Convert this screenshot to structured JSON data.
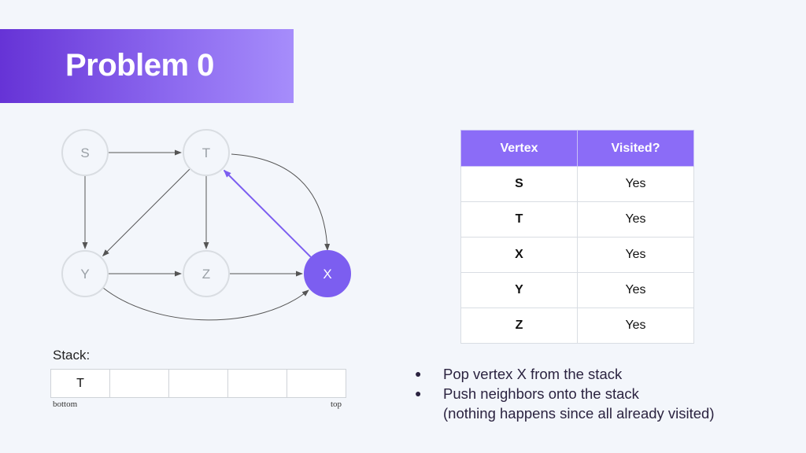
{
  "slide": {
    "title": "Problem 0"
  },
  "graph": {
    "nodes": [
      {
        "id": "S",
        "label": "S",
        "active": false
      },
      {
        "id": "T",
        "label": "T",
        "active": false
      },
      {
        "id": "Y",
        "label": "Y",
        "active": false
      },
      {
        "id": "Z",
        "label": "Z",
        "active": false
      },
      {
        "id": "X",
        "label": "X",
        "active": true
      }
    ],
    "edges": [
      {
        "from": "S",
        "to": "T",
        "highlight": false
      },
      {
        "from": "S",
        "to": "Y",
        "highlight": false
      },
      {
        "from": "T",
        "to": "Y",
        "highlight": false
      },
      {
        "from": "T",
        "to": "Z",
        "highlight": false
      },
      {
        "from": "T",
        "to": "X",
        "highlight": false
      },
      {
        "from": "Y",
        "to": "Z",
        "highlight": false
      },
      {
        "from": "Z",
        "to": "X",
        "highlight": false
      },
      {
        "from": "Y",
        "to": "X",
        "highlight": false
      },
      {
        "from": "X",
        "to": "T",
        "highlight": true
      }
    ],
    "colors": {
      "node_fill": "#f3f6fb",
      "node_stroke": "#d9dde2",
      "active_fill": "#7c5ef0",
      "edge": "#555555",
      "highlight_edge": "#7c5ef0"
    }
  },
  "table": {
    "headers": [
      "Vertex",
      "Visited?"
    ],
    "rows": [
      {
        "vertex": "S",
        "visited": "Yes"
      },
      {
        "vertex": "T",
        "visited": "Yes"
      },
      {
        "vertex": "X",
        "visited": "Yes"
      },
      {
        "vertex": "Y",
        "visited": "Yes"
      },
      {
        "vertex": "Z",
        "visited": "Yes"
      }
    ]
  },
  "stack": {
    "label": "Stack:",
    "cells": [
      "T",
      "",
      "",
      "",
      ""
    ],
    "bottom_label": "bottom",
    "top_label": "top"
  },
  "notes": {
    "bullets": [
      {
        "text": "Pop vertex X from the stack",
        "sub": ""
      },
      {
        "text": "Push neighbors onto the stack",
        "sub": "(nothing happens since all already visited)"
      }
    ],
    "bullet_glyph": "●"
  }
}
